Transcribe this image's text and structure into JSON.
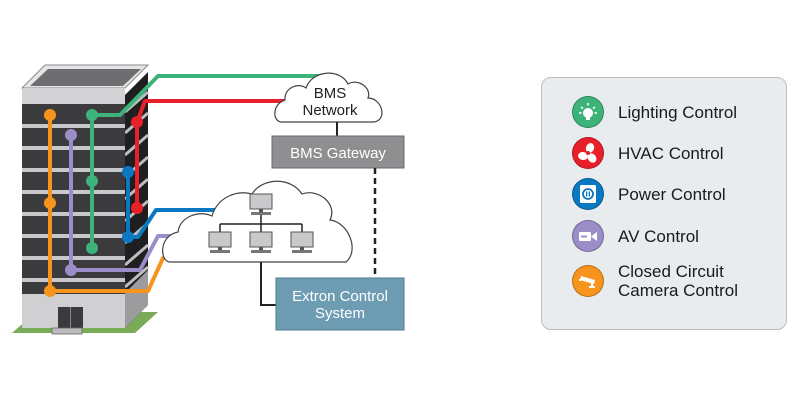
{
  "diagram": {
    "bms_network": {
      "line1": "BMS",
      "line2": "Network"
    },
    "bms_gateway": "BMS Gateway",
    "extron_system": {
      "line1": "Extron Control",
      "line2": "System"
    },
    "colors": {
      "lighting": "#3db37a",
      "hvac": "#e8202a",
      "power": "#0a78c2",
      "av": "#9b8dc8",
      "camera": "#f7941d",
      "gateway_fill": "#8f8f92",
      "extron_fill": "#6e9cb3",
      "building_dark": "#3b3b3d",
      "building_light": "#d0d0d2",
      "ground": "#7aab57"
    }
  },
  "legend": {
    "items": [
      {
        "label": "Lighting Control",
        "icon": "lightbulb-icon",
        "color": "#3db37a"
      },
      {
        "label": "HVAC Control",
        "icon": "fan-icon",
        "color": "#e8202a"
      },
      {
        "label": "Power Control",
        "icon": "power-outlet-icon",
        "color": "#0a78c2"
      },
      {
        "label": "AV Control",
        "icon": "video-camera-icon",
        "color": "#9b8dc8"
      },
      {
        "label": "Closed Circuit",
        "label2": "Camera Control",
        "icon": "security-camera-icon",
        "color": "#f7941d"
      }
    ]
  }
}
